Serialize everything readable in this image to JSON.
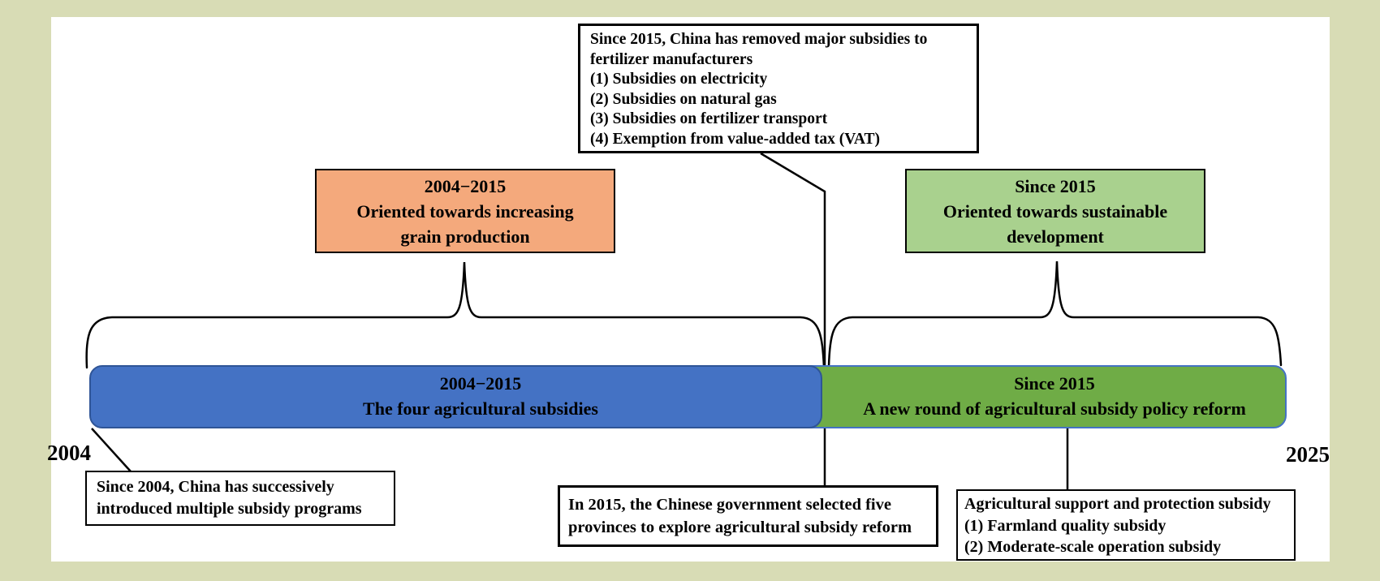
{
  "colors": {
    "page_border": "#d8dcb5",
    "canvas_bg": "#ffffff",
    "era_left_fill": "#f4a97c",
    "era_right_fill": "#a9d18e",
    "bar_left_fill": "#4472c4",
    "bar_left_border": "#2f5597",
    "bar_right_fill": "#6fac46",
    "bar_right_border": "#4472c4",
    "line_color": "#000000",
    "text_color": "#000000"
  },
  "top_callout": {
    "lines": [
      "Since 2015, China has removed major subsidies to",
      "fertilizer manufacturers",
      "(1) Subsidies on electricity",
      "(2) Subsidies on natural gas",
      "(3) Subsidies on fertilizer transport",
      "(4) Exemption from value-added tax (VAT)"
    ]
  },
  "era_left": {
    "lines": [
      "2004−2015",
      "Oriented towards increasing",
      "grain production"
    ]
  },
  "era_right": {
    "lines": [
      "Since 2015",
      "Oriented towards sustainable",
      "development"
    ]
  },
  "bar_left": {
    "lines": [
      "2004−2015",
      "The four agricultural subsidies"
    ]
  },
  "bar_right": {
    "lines": [
      "Since 2015",
      "A new round of agricultural subsidy policy reform"
    ]
  },
  "timeline": {
    "start_year": "2004",
    "end_year": "2025"
  },
  "callout_left": {
    "lines": [
      "Since 2004, China has successively",
      "introduced multiple subsidy programs"
    ]
  },
  "callout_middle": {
    "lines": [
      "In 2015, the Chinese government selected five",
      "provinces to explore agricultural subsidy reform"
    ]
  },
  "callout_right": {
    "lines": [
      "Agricultural support and protection subsidy",
      "(1) Farmland quality subsidy",
      "(2) Moderate-scale operation subsidy"
    ]
  }
}
